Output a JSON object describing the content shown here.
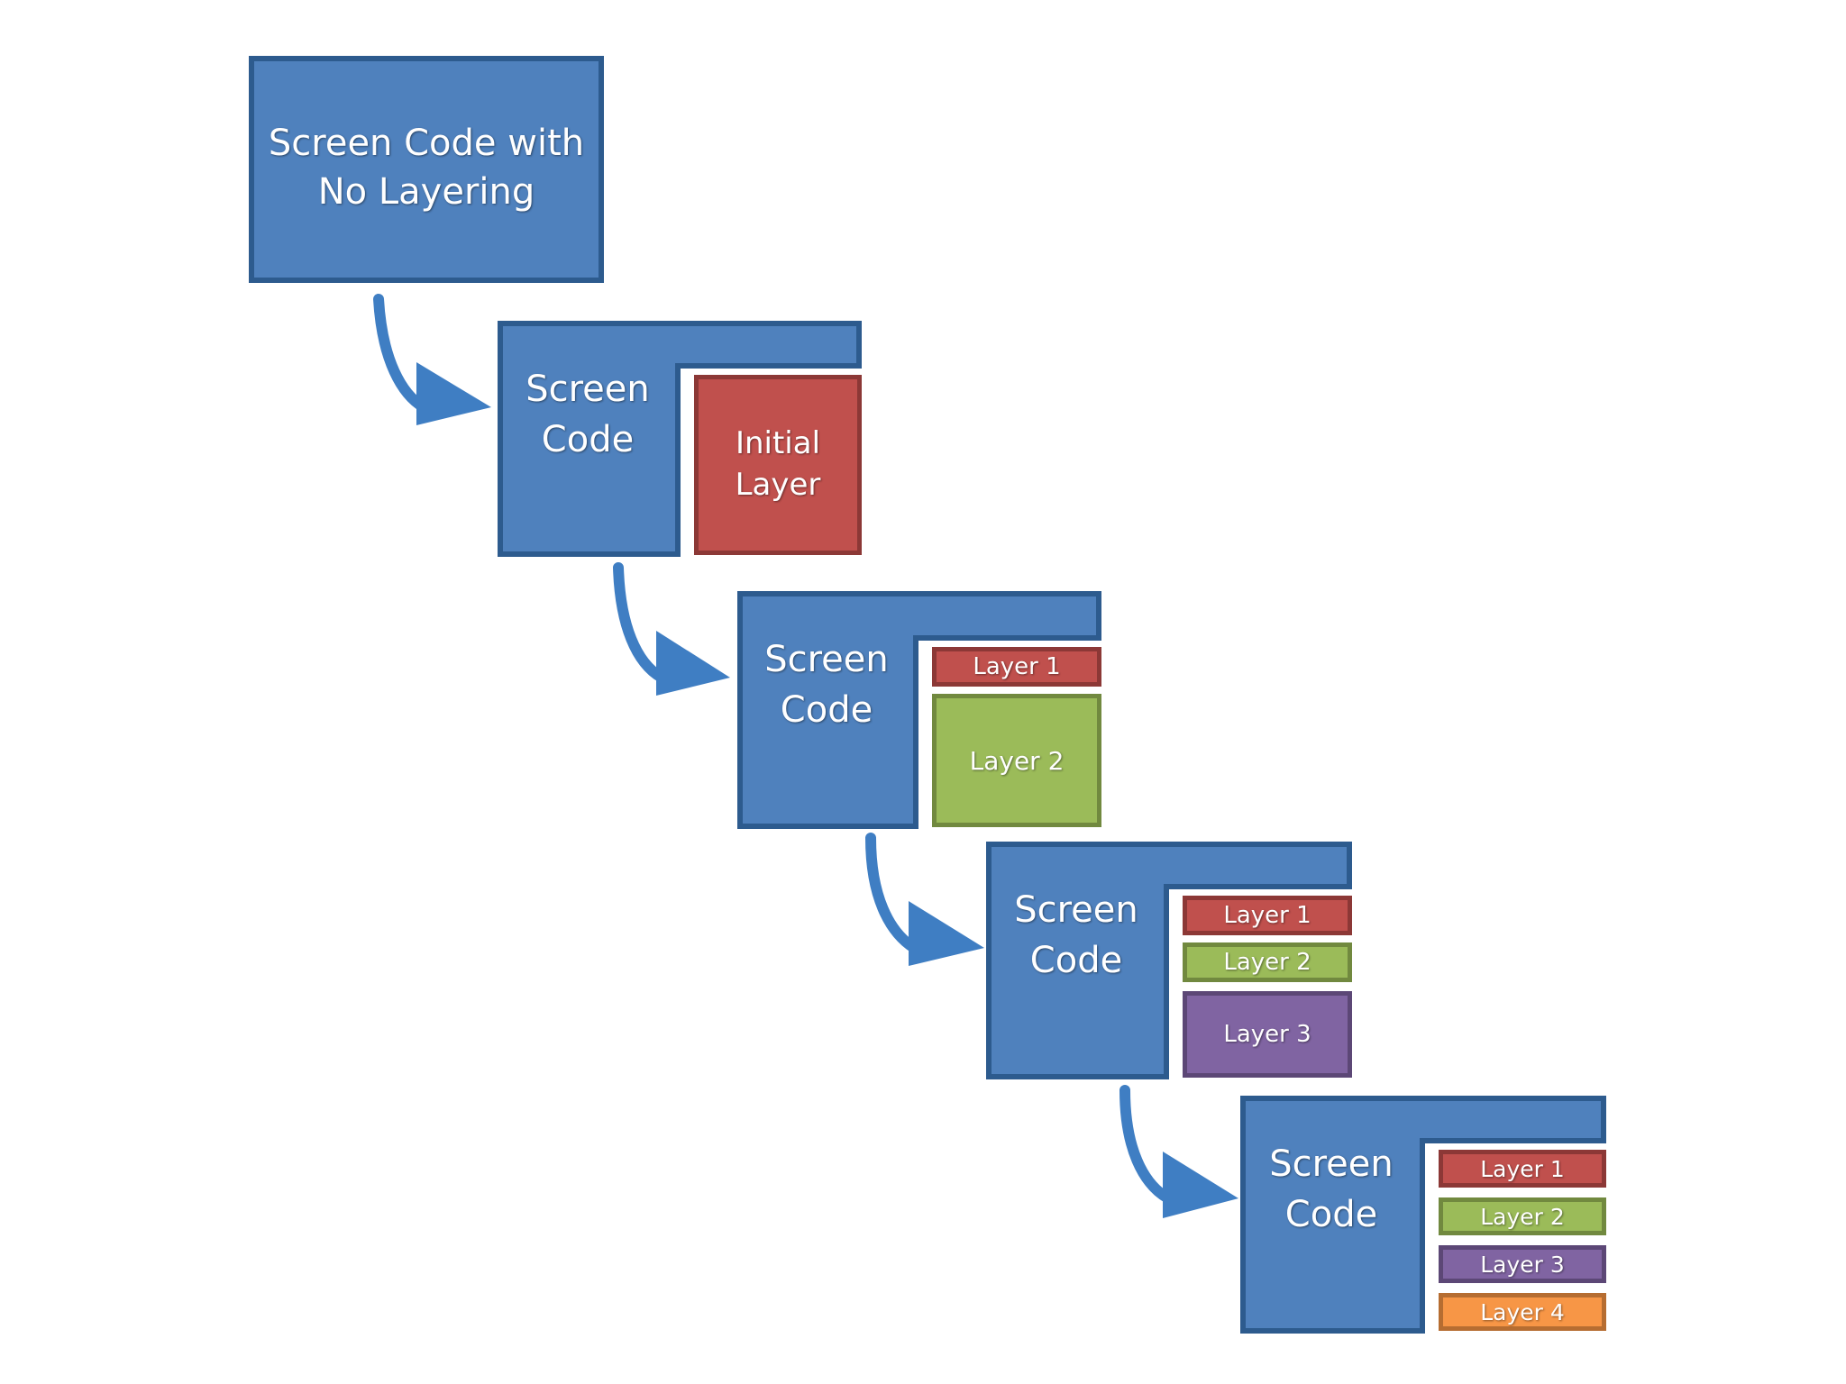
{
  "colors": {
    "box_fill": "#4f81bd",
    "box_border": "#2d5b8e",
    "arrow": "#3f7ec3",
    "layer1_fill": "#c0504d",
    "layer1_border": "#8c3836",
    "layer2_fill": "#9bbb59",
    "layer2_border": "#71893f",
    "layer3_fill": "#8064a2",
    "layer3_border": "#5c4776",
    "layer4_fill": "#f79646",
    "layer4_border": "#b66d31"
  },
  "steps": [
    {
      "title": "Screen Code with\nNo Layering",
      "layers": []
    },
    {
      "title": "Screen\nCode",
      "layers": [
        {
          "label": "Initial\nLayer",
          "color": "layer1"
        }
      ]
    },
    {
      "title": "Screen\nCode",
      "layers": [
        {
          "label": "Layer 1",
          "color": "layer1"
        },
        {
          "label": "Layer 2",
          "color": "layer2"
        }
      ]
    },
    {
      "title": "Screen\nCode",
      "layers": [
        {
          "label": "Layer 1",
          "color": "layer1"
        },
        {
          "label": "Layer 2",
          "color": "layer2"
        },
        {
          "label": "Layer 3",
          "color": "layer3"
        }
      ]
    },
    {
      "title": "Screen\nCode",
      "layers": [
        {
          "label": "Layer 1",
          "color": "layer1"
        },
        {
          "label": "Layer 2",
          "color": "layer2"
        },
        {
          "label": "Layer 3",
          "color": "layer3"
        },
        {
          "label": "Layer 4",
          "color": "layer4"
        }
      ]
    }
  ]
}
